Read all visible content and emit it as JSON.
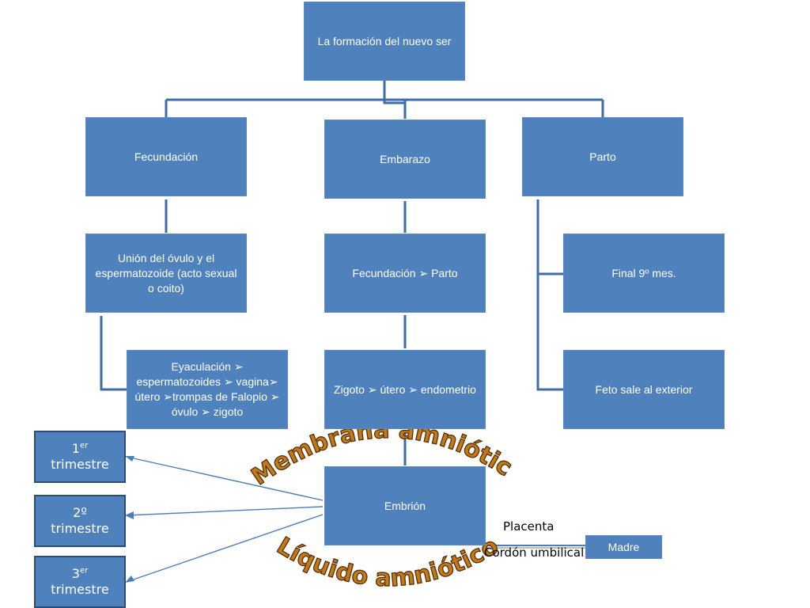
{
  "root": {
    "label": "La formación del nuevo ser"
  },
  "branches": {
    "fecundacion": {
      "label": "Fecundación",
      "detail": "Unión del óvulo y el espermatozoide  (acto sexual o coito)",
      "sequence": "Eyaculación ➢ espermatozoides ➢ vagina➢ útero ➢trompas de Falopio ➢ óvulo ➢ zigoto"
    },
    "embarazo": {
      "label": "Embarazo",
      "detail": "Fecundación ➢ Parto",
      "sequence": "Zigoto ➢ útero ➢ endometrio",
      "stage": "Embrión"
    },
    "parto": {
      "label": "Parto",
      "detail": "Final 9º mes.",
      "sequence": "Feto sale al exterior"
    }
  },
  "trimesters": [
    {
      "num": "1",
      "sup": "er",
      "word": "trimestre"
    },
    {
      "num": "2º",
      "sup": "",
      "word": "trimestre"
    },
    {
      "num": "3",
      "sup": "er",
      "word": "trimestre"
    }
  ],
  "annotations": {
    "membrane": "Membrana amniótica",
    "fluid": "Líquido amniótico",
    "placenta": "Placenta",
    "cord": "Cordón umbilical",
    "mother": "Madre"
  },
  "colors": {
    "box_fill": "#4f81bd",
    "connector": "#3d6ea8",
    "trimester_border": "#2c4d75",
    "wordart_fill": "#c07a1a",
    "wordart_outline": "#5a2e06"
  }
}
